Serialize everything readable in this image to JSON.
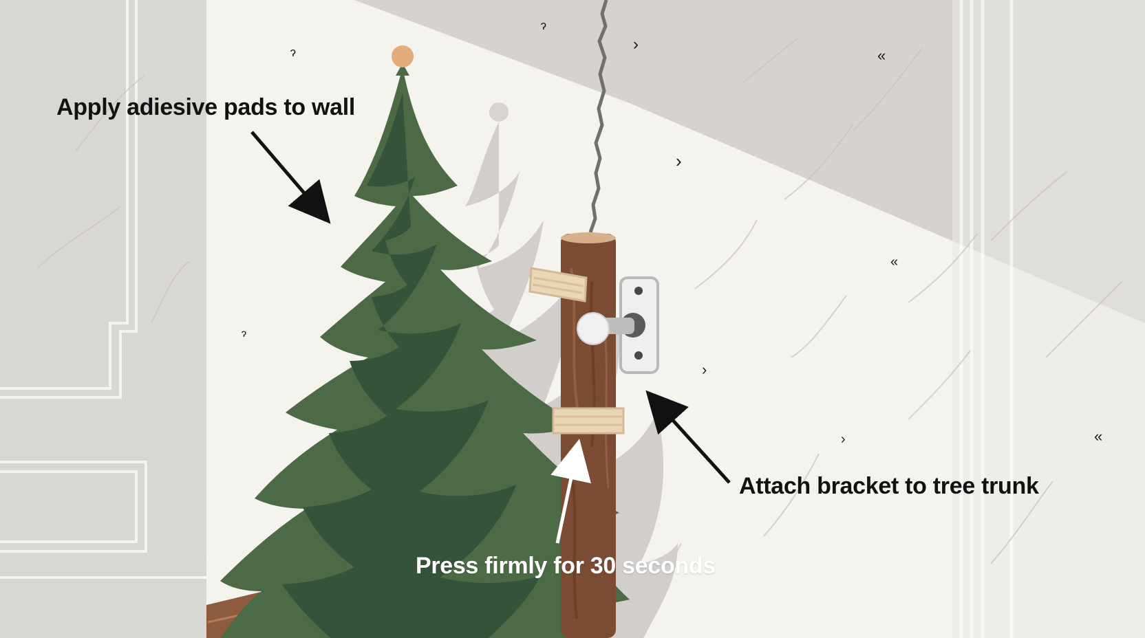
{
  "annotations": {
    "apply_pads": "Apply adiesive pads to wall",
    "attach_bracket": "Attach bracket to tree trunk",
    "press_firmly": "Press firmly for 30 seconds"
  },
  "colors": {
    "wall_left": "#d9d7d3",
    "wall_back": "#f5f3ee",
    "ceiling_shadow": "#cfcbc6",
    "tree_light": "#4c6a45",
    "tree_dark": "#304d31",
    "trunk": "#7b4b33",
    "trunk_top": "#d7b08c",
    "floor": "#8f5b3f",
    "bracket": "#d7d7d7",
    "pad": "#ead6b3",
    "tree_topper": "#e3ac7b",
    "text_dark": "#111111",
    "text_light": "#ffffff"
  }
}
